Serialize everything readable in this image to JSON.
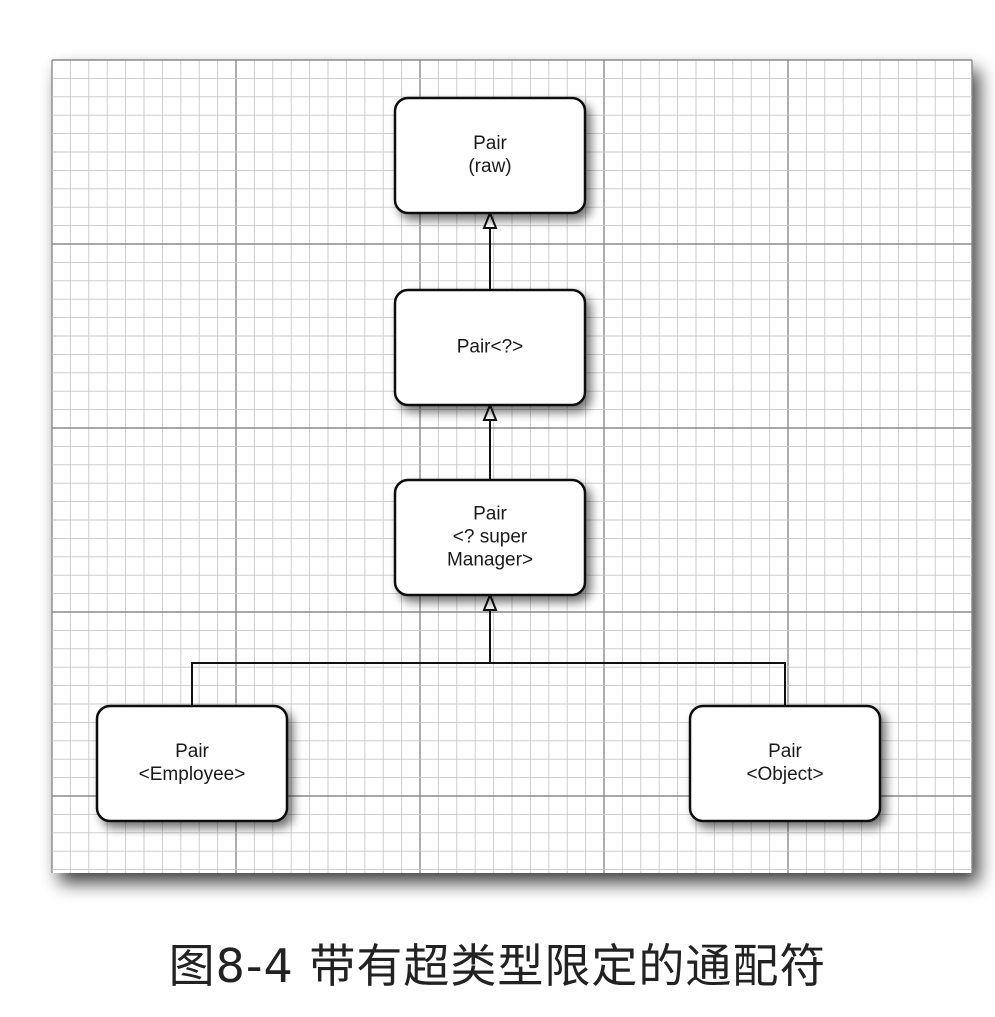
{
  "diagram": {
    "nodes": [
      {
        "id": "raw",
        "lines": [
          "Pair",
          "(raw)"
        ]
      },
      {
        "id": "wild",
        "lines": [
          "Pair<?>"
        ]
      },
      {
        "id": "super",
        "lines": [
          "Pair",
          "<? super",
          "Manager>"
        ]
      },
      {
        "id": "employee",
        "lines": [
          "Pair",
          "<Employee>"
        ]
      },
      {
        "id": "object",
        "lines": [
          "Pair",
          "<Object>"
        ]
      }
    ],
    "edges": [
      {
        "from": "wild",
        "to": "raw"
      },
      {
        "from": "super",
        "to": "wild"
      },
      {
        "from": "employee",
        "to": "super"
      },
      {
        "from": "object",
        "to": "super"
      }
    ],
    "colors": {
      "grid_minor": "#c8c8c8",
      "grid_major": "#8a8a8a",
      "box_border": "#111111",
      "shadow": "#555555"
    }
  },
  "caption": "图8-4 带有超类型限定的通配符"
}
